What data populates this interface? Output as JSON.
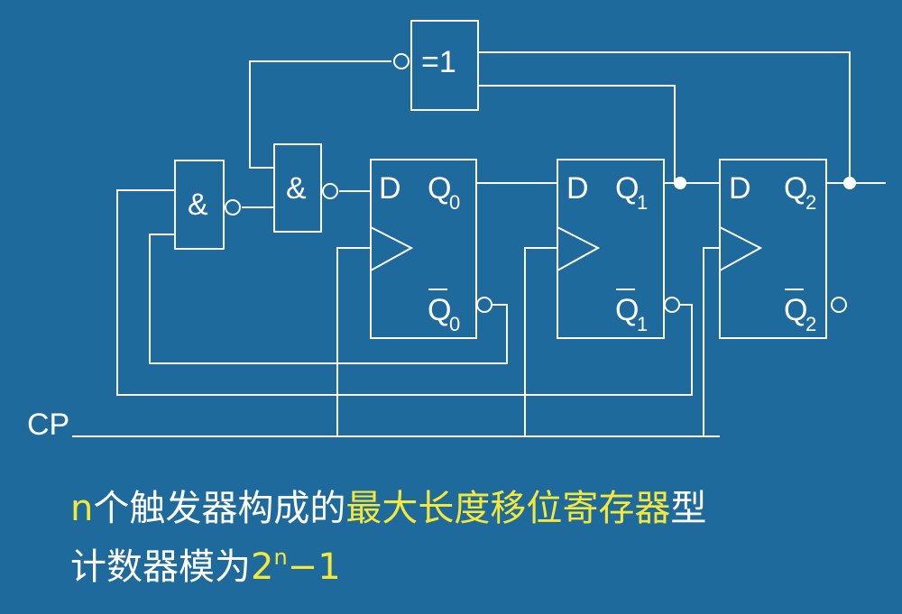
{
  "diagram": {
    "xor_gate": {
      "label": "=1"
    },
    "nand_gates": [
      {
        "label": "&"
      },
      {
        "label": "&"
      }
    ],
    "flip_flops": [
      {
        "d": "D",
        "q": "Q",
        "q_sub": "0",
        "qbar": "Q",
        "qbar_sub": "0"
      },
      {
        "d": "D",
        "q": "Q",
        "q_sub": "1",
        "qbar": "Q",
        "qbar_sub": "1"
      },
      {
        "d": "D",
        "q": "Q",
        "q_sub": "2",
        "qbar": "Q",
        "qbar_sub": "2"
      }
    ],
    "clock_label": "CP"
  },
  "caption": {
    "line1": [
      {
        "text": "n",
        "color": "#F4E93A"
      },
      {
        "text": "个触发器构成的",
        "color": "#FFFFFF"
      },
      {
        "text": "最大长度移位寄存器",
        "color": "#F4E93A"
      },
      {
        "text": "型",
        "color": "#FFFFFF"
      }
    ],
    "line2": {
      "text": "计数器模为",
      "formula_base": "2",
      "formula_exp": "n",
      "formula_tail": "−1"
    }
  },
  "colors": {
    "background": "#1F6A9C",
    "line": "#FFFFFF",
    "highlight": "#F4E93A"
  }
}
